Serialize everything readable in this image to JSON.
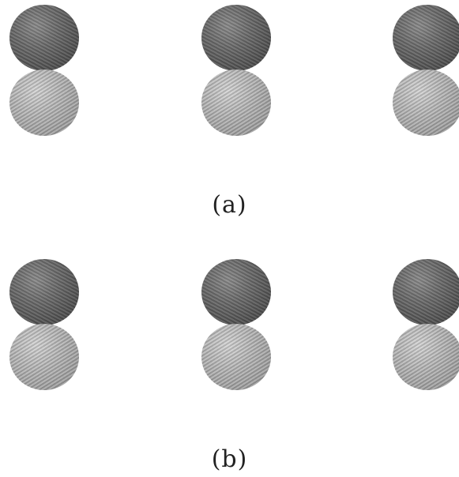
{
  "figure": {
    "panels": [
      {
        "label": "(a)",
        "sphere_pairs": 3
      },
      {
        "label": "(b)",
        "sphere_pairs": 3
      }
    ],
    "colors": {
      "top_sphere": "#5a5a5a",
      "bottom_sphere": "#aaaaaa",
      "background": "#ffffff"
    }
  }
}
